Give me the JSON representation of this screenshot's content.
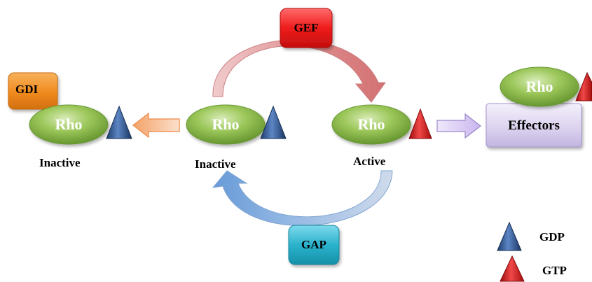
{
  "labels": {
    "gef": "GEF",
    "gdi": "GDI",
    "gap": "GAP",
    "effectors": "Effectors",
    "rho": "Rho",
    "inactive": "Inactive",
    "active": "Active",
    "gdp": "GDP",
    "gtp": "GTP"
  },
  "colors": {
    "rho_green": "#7fb342",
    "gdp_blue": "#2a4d85",
    "gtp_red": "#d51212",
    "gef_red": "#e8191a",
    "gdi_orange": "#ef8a1e",
    "gap_teal": "#2bb2cc",
    "effectors_lavender": "#dcd3ef",
    "inhibit_arrow_orange": "#f6b98a",
    "effector_arrow_lavender": "#d6c6f0",
    "activation_arc": "#d97476",
    "hydrolysis_arc": "#6f9fd8"
  }
}
